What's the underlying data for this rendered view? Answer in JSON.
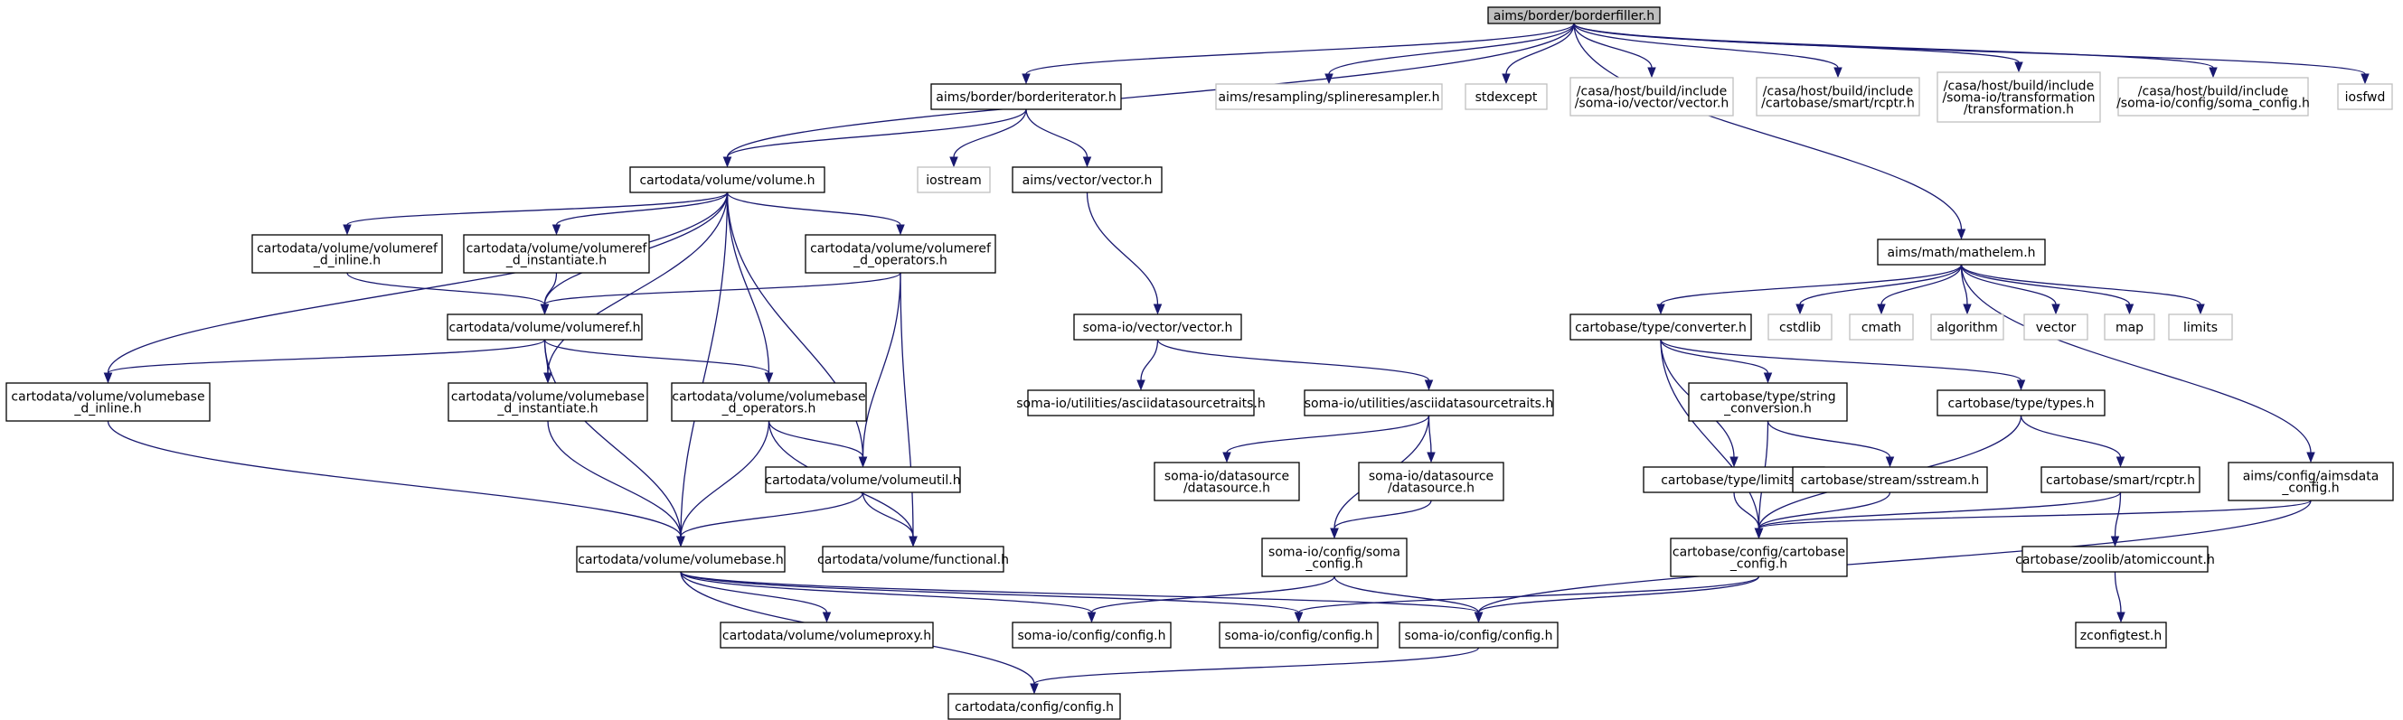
{
  "diagram": {
    "type": "include-dependency-graph",
    "colors": {
      "edge": "#191970",
      "root_fill": "#bfbfbf",
      "external_border": "#bfbfbf",
      "node_border": "#000000"
    },
    "nodes": [
      {
        "id": "root",
        "lines": [
          "aims/border/borderfiller.h"
        ],
        "kind": "root"
      },
      {
        "id": "borderiterator",
        "lines": [
          "aims/border/borderiterator.h"
        ]
      },
      {
        "id": "splineresampler",
        "lines": [
          "aims/resampling/splineresampler.h"
        ],
        "kind": "ext"
      },
      {
        "id": "stdexcept",
        "lines": [
          "stdexcept"
        ],
        "kind": "ext"
      },
      {
        "id": "somavector_ext",
        "lines": [
          "/casa/host/build/include",
          "/soma-io/vector/vector.h"
        ],
        "kind": "ext"
      },
      {
        "id": "rcptr_ext",
        "lines": [
          "/casa/host/build/include",
          "/cartobase/smart/rcptr.h"
        ],
        "kind": "ext"
      },
      {
        "id": "transformation_ext",
        "lines": [
          "/casa/host/build/include",
          "/soma-io/transformation",
          "/transformation.h"
        ],
        "kind": "ext"
      },
      {
        "id": "somaconfig_ext",
        "lines": [
          "/casa/host/build/include",
          "/soma-io/config/soma_config.h"
        ],
        "kind": "ext"
      },
      {
        "id": "iosfwd",
        "lines": [
          "iosfwd"
        ],
        "kind": "ext"
      },
      {
        "id": "volume",
        "lines": [
          "cartodata/volume/volume.h"
        ]
      },
      {
        "id": "iostream",
        "lines": [
          "iostream"
        ],
        "kind": "ext"
      },
      {
        "id": "aimsvector",
        "lines": [
          "aims/vector/vector.h"
        ]
      },
      {
        "id": "mathelem",
        "lines": [
          "aims/math/mathelem.h"
        ]
      },
      {
        "id": "volumeref_inline",
        "lines": [
          "cartodata/volume/volumeref",
          "_d_inline.h"
        ]
      },
      {
        "id": "volumeref_instantiate",
        "lines": [
          "cartodata/volume/volumeref",
          "_d_instantiate.h"
        ]
      },
      {
        "id": "volumeref_operators",
        "lines": [
          "cartodata/volume/volumeref",
          "_d_operators.h"
        ]
      },
      {
        "id": "volumeref",
        "lines": [
          "cartodata/volume/volumeref.h"
        ]
      },
      {
        "id": "somavector",
        "lines": [
          "soma-io/vector/vector.h"
        ]
      },
      {
        "id": "converter",
        "lines": [
          "cartobase/type/converter.h"
        ]
      },
      {
        "id": "cstdlib",
        "lines": [
          "cstdlib"
        ],
        "kind": "ext"
      },
      {
        "id": "cmath",
        "lines": [
          "cmath"
        ],
        "kind": "ext"
      },
      {
        "id": "algorithm",
        "lines": [
          "algorithm"
        ],
        "kind": "ext"
      },
      {
        "id": "vector",
        "lines": [
          "vector"
        ],
        "kind": "ext"
      },
      {
        "id": "map",
        "lines": [
          "map"
        ],
        "kind": "ext"
      },
      {
        "id": "limits",
        "lines": [
          "limits"
        ],
        "kind": "ext"
      },
      {
        "id": "volumebase_inline",
        "lines": [
          "cartodata/volume/volumebase",
          "_d_inline.h"
        ]
      },
      {
        "id": "volumebase_instantiate",
        "lines": [
          "cartodata/volume/volumebase",
          "_d_instantiate.h"
        ]
      },
      {
        "id": "volumebase_operators",
        "lines": [
          "cartodata/volume/volumebase",
          "_d_operators.h"
        ]
      },
      {
        "id": "asciitraits1",
        "lines": [
          "soma-io/utilities/asciidatasourcetraits.h"
        ]
      },
      {
        "id": "asciitraits2",
        "lines": [
          "soma-io/utilities/asciidatasourcetraits.h"
        ]
      },
      {
        "id": "string_conversion",
        "lines": [
          "cartobase/type/string",
          "_conversion.h"
        ]
      },
      {
        "id": "types",
        "lines": [
          "cartobase/type/types.h"
        ]
      },
      {
        "id": "volumeutil",
        "lines": [
          "cartodata/volume/volumeutil.h"
        ]
      },
      {
        "id": "datasource1",
        "lines": [
          "soma-io/datasource",
          "/datasource.h"
        ]
      },
      {
        "id": "datasource2",
        "lines": [
          "soma-io/datasource",
          "/datasource.h"
        ]
      },
      {
        "id": "typelimits",
        "lines": [
          "cartobase/type/limits.h"
        ]
      },
      {
        "id": "sstream",
        "lines": [
          "cartobase/stream/sstream.h"
        ]
      },
      {
        "id": "rcptr",
        "lines": [
          "cartobase/smart/rcptr.h"
        ]
      },
      {
        "id": "aimsdata_config",
        "lines": [
          "aims/config/aimsdata",
          "_config.h"
        ]
      },
      {
        "id": "volumebase",
        "lines": [
          "cartodata/volume/volumebase.h"
        ]
      },
      {
        "id": "functional",
        "lines": [
          "cartodata/volume/functional.h"
        ]
      },
      {
        "id": "soma_config",
        "lines": [
          "soma-io/config/soma",
          "_config.h"
        ]
      },
      {
        "id": "cartobase_config",
        "lines": [
          "cartobase/config/cartobase",
          "_config.h"
        ]
      },
      {
        "id": "atomiccount",
        "lines": [
          "cartobase/zoolib/atomiccount.h"
        ]
      },
      {
        "id": "volumeproxy",
        "lines": [
          "cartodata/volume/volumeproxy.h"
        ]
      },
      {
        "id": "somaioconfig1",
        "lines": [
          "soma-io/config/config.h"
        ]
      },
      {
        "id": "somaioconfig2",
        "lines": [
          "soma-io/config/config.h"
        ]
      },
      {
        "id": "somaioconfig3",
        "lines": [
          "soma-io/config/config.h"
        ]
      },
      {
        "id": "zconfigtest",
        "lines": [
          "zconfigtest.h"
        ]
      },
      {
        "id": "cartodata_config",
        "lines": [
          "cartodata/config/config.h"
        ]
      }
    ],
    "edges": [
      [
        "root",
        "borderiterator"
      ],
      [
        "root",
        "splineresampler"
      ],
      [
        "root",
        "stdexcept"
      ],
      [
        "root",
        "somavector_ext"
      ],
      [
        "root",
        "rcptr_ext"
      ],
      [
        "root",
        "transformation_ext"
      ],
      [
        "root",
        "somaconfig_ext"
      ],
      [
        "root",
        "iosfwd"
      ],
      [
        "root",
        "volume"
      ],
      [
        "root",
        "mathelem"
      ],
      [
        "borderiterator",
        "volume"
      ],
      [
        "borderiterator",
        "iostream"
      ],
      [
        "borderiterator",
        "aimsvector"
      ],
      [
        "aimsvector",
        "somavector"
      ],
      [
        "somavector",
        "asciitraits1"
      ],
      [
        "somavector",
        "asciitraits2"
      ],
      [
        "asciitraits2",
        "datasource1"
      ],
      [
        "asciitraits2",
        "datasource2"
      ],
      [
        "asciitraits2",
        "soma_config"
      ],
      [
        "datasource2",
        "soma_config"
      ],
      [
        "soma_config",
        "somaioconfig1"
      ],
      [
        "soma_config",
        "somaioconfig3"
      ],
      [
        "volume",
        "volumeref_inline"
      ],
      [
        "volume",
        "volumeref_instantiate"
      ],
      [
        "volume",
        "volumeref_operators"
      ],
      [
        "volume",
        "volumeref"
      ],
      [
        "volume",
        "volumebase_inline"
      ],
      [
        "volume",
        "volumebase_instantiate"
      ],
      [
        "volume",
        "volumebase_operators"
      ],
      [
        "volume",
        "volumeutil"
      ],
      [
        "volume",
        "volumebase"
      ],
      [
        "volumeref_inline",
        "volumeref"
      ],
      [
        "volumeref_instantiate",
        "volumeref"
      ],
      [
        "volumeref_operators",
        "volumeref"
      ],
      [
        "volumeref_operators",
        "volumeutil"
      ],
      [
        "volumeref_operators",
        "functional"
      ],
      [
        "volumeref",
        "volumebase_inline"
      ],
      [
        "volumeref",
        "volumebase_instantiate"
      ],
      [
        "volumeref",
        "volumebase_operators"
      ],
      [
        "volumeref",
        "volumebase"
      ],
      [
        "volumebase_inline",
        "volumebase"
      ],
      [
        "volumebase_instantiate",
        "volumebase"
      ],
      [
        "volumebase_operators",
        "volumeutil"
      ],
      [
        "volumebase_operators",
        "functional"
      ],
      [
        "volumebase_operators",
        "volumebase"
      ],
      [
        "volumeutil",
        "volumebase"
      ],
      [
        "volumeutil",
        "functional"
      ],
      [
        "volumebase",
        "volumeproxy"
      ],
      [
        "volumebase",
        "somaioconfig1"
      ],
      [
        "volumebase",
        "somaioconfig2"
      ],
      [
        "volumebase",
        "somaioconfig3"
      ],
      [
        "volumebase",
        "cartodata_config"
      ],
      [
        "somaioconfig3",
        "cartodata_config"
      ],
      [
        "mathelem",
        "converter"
      ],
      [
        "mathelem",
        "cstdlib"
      ],
      [
        "mathelem",
        "cmath"
      ],
      [
        "mathelem",
        "algorithm"
      ],
      [
        "mathelem",
        "vector"
      ],
      [
        "mathelem",
        "map"
      ],
      [
        "mathelem",
        "limits"
      ],
      [
        "mathelem",
        "aimsdata_config"
      ],
      [
        "converter",
        "string_conversion"
      ],
      [
        "converter",
        "types"
      ],
      [
        "converter",
        "typelimits"
      ],
      [
        "converter",
        "cartobase_config"
      ],
      [
        "string_conversion",
        "sstream"
      ],
      [
        "string_conversion",
        "cartobase_config"
      ],
      [
        "typelimits",
        "cartobase_config"
      ],
      [
        "sstream",
        "cartobase_config"
      ],
      [
        "types",
        "rcptr"
      ],
      [
        "types",
        "cartobase_config"
      ],
      [
        "rcptr",
        "cartobase_config"
      ],
      [
        "rcptr",
        "atomiccount"
      ],
      [
        "atomiccount",
        "zconfigtest"
      ],
      [
        "aimsdata_config",
        "cartobase_config"
      ],
      [
        "aimsdata_config",
        "somaioconfig3"
      ],
      [
        "cartobase_config",
        "somaioconfig2"
      ],
      [
        "cartobase_config",
        "somaioconfig3"
      ]
    ]
  }
}
